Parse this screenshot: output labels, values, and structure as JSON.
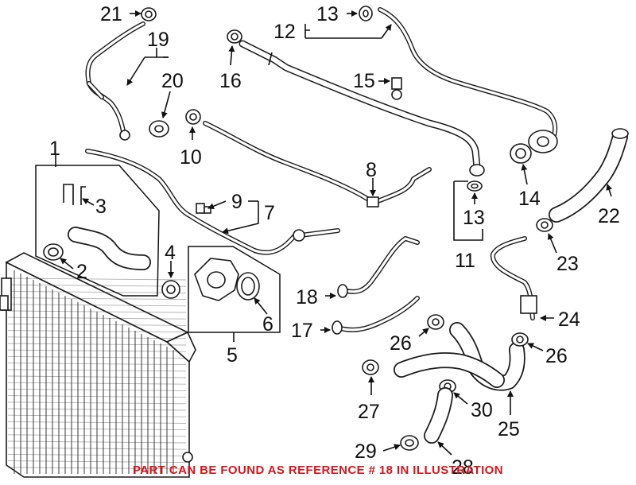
{
  "diagram": {
    "callouts": {
      "c1": "1",
      "c2": "2",
      "c3": "3",
      "c4": "4",
      "c5": "5",
      "c6": "6",
      "c7": "7",
      "c8": "8",
      "c9": "9",
      "c10": "10",
      "c11": "11",
      "c12": "12",
      "c13a": "13",
      "c13b": "13",
      "c14": "14",
      "c15": "15",
      "c16": "16",
      "c17": "17",
      "c18": "18",
      "c19": "19",
      "c20": "20",
      "c21": "21",
      "c22": "22",
      "c23": "23",
      "c24": "24",
      "c25": "25",
      "c26a": "26",
      "c26b": "26",
      "c27": "27",
      "c28": "28",
      "c29": "29",
      "c30": "30"
    },
    "highlight_color": "#d8141c"
  },
  "footer": {
    "note": "PART CAN BE FOUND AS REFERENCE # 18 IN ILLUSTRATION"
  }
}
